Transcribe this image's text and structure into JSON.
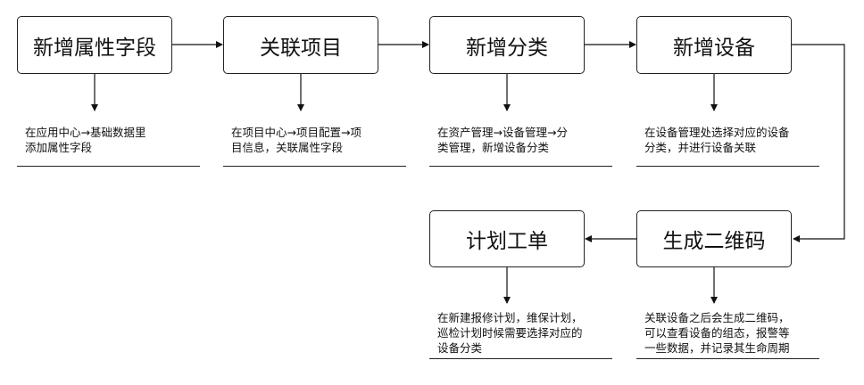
{
  "steps": [
    {
      "title": "新增属性字段",
      "note": [
        "在应用中心→基础数据里",
        "添加属性字段"
      ]
    },
    {
      "title": "关联项目",
      "note": [
        "在项目中心→项目配置→项",
        "目信息，关联属性字段"
      ]
    },
    {
      "title": "新增分类",
      "note": [
        "在资产管理→设备管理→分",
        "类管理，新增设备分类"
      ]
    },
    {
      "title": "新增设备",
      "note": [
        "在设备管理处选择对应的设备",
        "分类，并进行设备关联"
      ]
    },
    {
      "title": "生成二维码",
      "note": [
        "关联设备之后会生成二维码，",
        "可以查看设备的组态，报警等",
        "一些数据，并记录其生命周期"
      ]
    },
    {
      "title": "计划工单",
      "note": [
        "在新建报修计划，维保计划，",
        "巡检计划时候需要选择对应的",
        "设备分类"
      ]
    }
  ]
}
